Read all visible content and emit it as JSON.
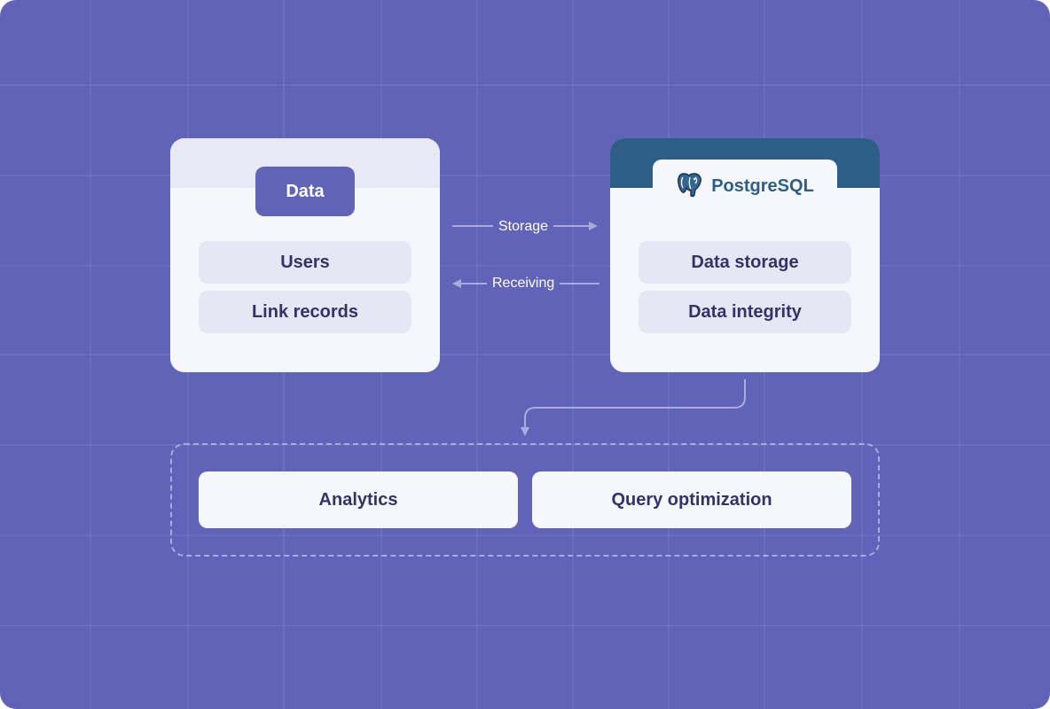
{
  "left_card": {
    "header": "Data",
    "items": [
      "Users",
      "Link records"
    ]
  },
  "right_card": {
    "header": "PostgreSQL",
    "logo_icon": "postgresql-elephant-icon",
    "items": [
      "Data storage",
      "Data integrity"
    ]
  },
  "connectors": {
    "storage_label": "Storage",
    "receiving_label": "Receiving"
  },
  "bottom": {
    "items": [
      "Analytics",
      "Query optimization"
    ]
  },
  "colors": {
    "background": "#6063b8",
    "card": "#f6f7fd",
    "pill": "#e6e6f5",
    "postgres_header": "#2e5d87",
    "text_dark": "#33336a",
    "line": "#a9aae0"
  }
}
